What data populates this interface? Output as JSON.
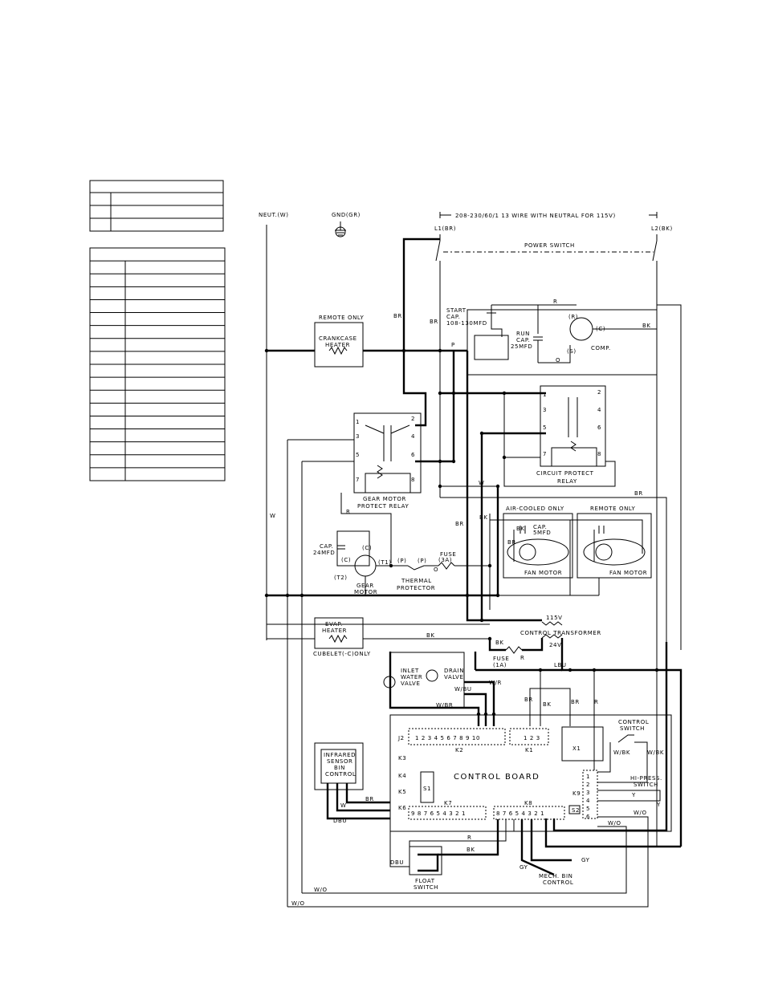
{
  "legend_tables": {
    "table1_rows": 3,
    "table2_rows": 18
  },
  "top": {
    "neutral": "NEUT.(W)",
    "ground": "GND(GR)",
    "supply": "208-230/60/1 13 WIRE WITH NEUTRAL FOR 115V)",
    "l1": "L1(BR)",
    "l2": "L2(BK)",
    "power_switch": "POWER SWITCH"
  },
  "components": {
    "remote_only": "REMOTE ONLY",
    "crankcase_heater": [
      "CRANKCASE",
      "HEATER"
    ],
    "start_cap": [
      "START",
      "CAP.",
      "108-130MFD"
    ],
    "run_cap": [
      "RUN",
      "CAP.",
      "25MFD"
    ],
    "comp": "COMP.",
    "gear_relay": [
      "GEAR MOTOR",
      "PROTECT RELAY"
    ],
    "circuit_relay": [
      "CIRCUIT PROTECT",
      "RELAY"
    ],
    "cap_24": [
      "CAP.",
      "24MFD"
    ],
    "gear_motor": [
      "GEAR",
      "MOTOR"
    ],
    "thermal": [
      "THERMAL",
      "PROTECTOR"
    ],
    "fuse_3a": [
      "FUSE",
      "(3A)"
    ],
    "air_cooled_only": "AIR-COOLED ONLY",
    "remote_only_fan": "REMOTE ONLY",
    "cap_5": [
      "CAP.",
      "5MFD"
    ],
    "fan_motor": "FAN MOTOR",
    "evap_heater": [
      "EVAP.",
      "HEATER"
    ],
    "cubelet_only": "CUBELET(-C)ONLY",
    "v115": "115V",
    "control_transformer": "CONTROL TRANSFORMER",
    "v24": "24V",
    "fuse_1a": [
      "FUSE",
      "(1A)"
    ],
    "inlet_valve": [
      "INLET",
      "WATER",
      "VALVE"
    ],
    "drain_valve": [
      "DRAIN",
      "VALVE"
    ],
    "infrared": [
      "INFRARED",
      "SENSOR",
      "BIN",
      "CONTROL"
    ],
    "control_board": "CONTROL BOARD",
    "control_switch": [
      "CONTROL",
      "SWITCH"
    ],
    "hi_press": [
      "HI-PRESS.",
      "SWITCH"
    ],
    "float_switch": [
      "FLOAT",
      "SWITCH"
    ],
    "mech_bin": [
      "MECH. BIN",
      "CONTROL"
    ]
  },
  "terminals": {
    "r": "(R)",
    "c": "(C)",
    "s": "(S)",
    "c_gm": "(C)",
    "c2_gm": "(C)",
    "t1": "(T1)",
    "t2": "(T2)",
    "p1": "(P)",
    "p2": "(P)"
  },
  "connectors": {
    "j2": "J2",
    "k2": "K2",
    "k1": "K1",
    "k3": "K3",
    "k4": "K4",
    "k5": "K5",
    "k6": "K6",
    "k7": "K7",
    "k8": "K8",
    "k9": "K9",
    "s1": "S1",
    "x1": "X1",
    "s2": "S2",
    "k2_pins": "1 2 3 4 5 6 7 8 9 10",
    "k1_pins": "1 2 3",
    "k7_pins": "9 8 7 6 5 4 3 2 1",
    "k8_pins": "8 7 6 5 4 3 2 1",
    "k9_pins": [
      "1",
      "2",
      "3",
      "4",
      "5",
      "6"
    ]
  },
  "relay_pins": [
    "1",
    "2",
    "3",
    "4",
    "5",
    "6",
    "7",
    "8"
  ],
  "wire_colors": {
    "w": "W",
    "br": "BR",
    "bk": "BK",
    "r": "R",
    "p": "P",
    "o": "O",
    "lbu": "LBU",
    "wr": "W/R",
    "wbu": "W/BU",
    "wbr": "W/BR",
    "wbk": "W/BK",
    "wo": "W/O",
    "y": "Y",
    "dbu": "DBU",
    "gy": "GY"
  }
}
